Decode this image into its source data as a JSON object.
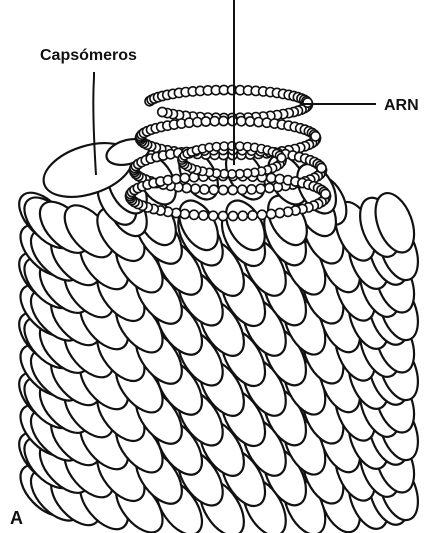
{
  "figure": {
    "panel_label": "A",
    "labels": {
      "capsomeres": "Capsómeros",
      "rna": "ARN"
    },
    "colors": {
      "ink": "#111111",
      "background": "#ffffff"
    }
  }
}
